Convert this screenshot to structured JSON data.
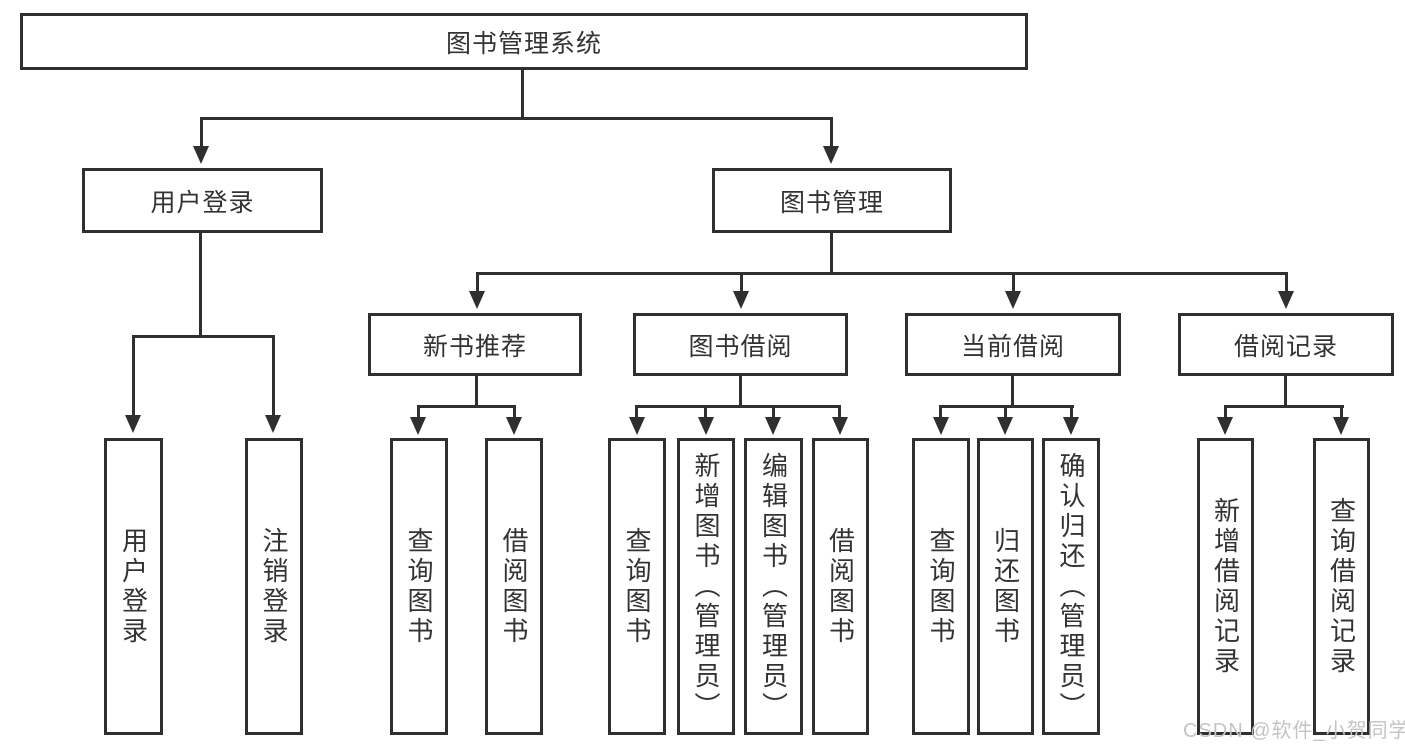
{
  "diagram": {
    "root": {
      "label": "图书管理系统"
    },
    "level2": [
      {
        "label": "用户登录"
      },
      {
        "label": "图书管理"
      }
    ],
    "level3": [
      {
        "label": "新书推荐"
      },
      {
        "label": "图书借阅"
      },
      {
        "label": "当前借阅"
      },
      {
        "label": "借阅记录"
      }
    ],
    "leaves": {
      "user_login": [
        "用户登录",
        "注销登录"
      ],
      "new_books": [
        "查询图书",
        "借阅图书"
      ],
      "book_borrow": [
        "查询图书",
        "新增图书（管理员）",
        "编辑图书（管理员）",
        "借阅图书"
      ],
      "current_borrow": [
        "查询图书",
        "归还图书",
        "确认归还（管理员）"
      ],
      "borrow_records": [
        "新增借阅记录",
        "查询借阅记录"
      ]
    }
  },
  "watermark": {
    "text": "CSDN @软件_小贺同学"
  },
  "colors": {
    "line": "#2f2f2f",
    "text": "#333333",
    "watermark_text": "#c4c4c4",
    "background": "#ffffff"
  }
}
